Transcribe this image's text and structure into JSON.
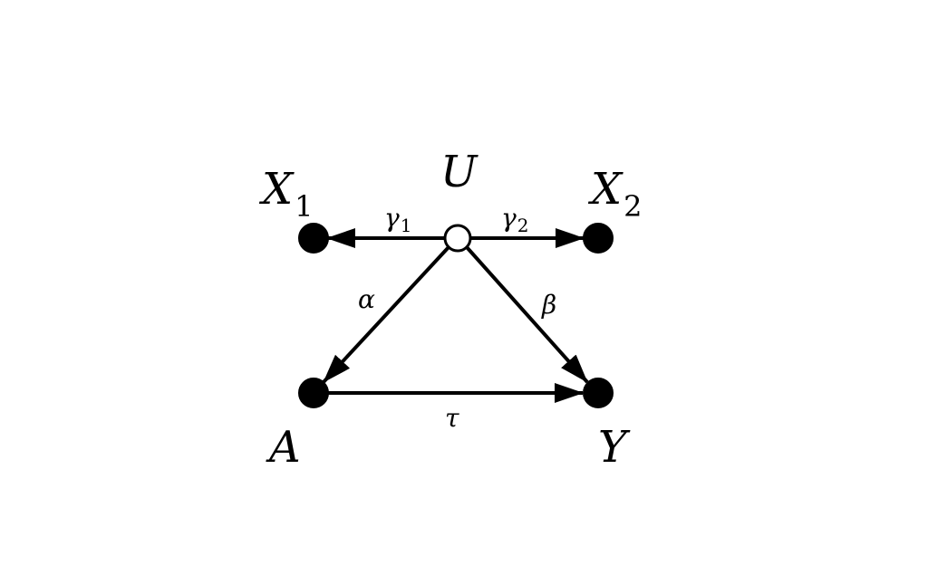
{
  "diagram": {
    "colors": {
      "stroke": "#000000",
      "observed_fill": "#000000",
      "latent_fill": "#ffffff"
    },
    "nodes": {
      "U": {
        "label": "U",
        "sub": "",
        "kind": "latent"
      },
      "X1": {
        "label": "X",
        "sub": "1",
        "kind": "observed"
      },
      "X2": {
        "label": "X",
        "sub": "2",
        "kind": "observed"
      },
      "A": {
        "label": "A",
        "sub": "",
        "kind": "observed"
      },
      "Y": {
        "label": "Y",
        "sub": "",
        "kind": "observed"
      }
    },
    "edges": {
      "U_X1": {
        "from": "U",
        "to": "X1",
        "label": "γ",
        "sub": "1"
      },
      "U_X2": {
        "from": "U",
        "to": "X2",
        "label": "γ",
        "sub": "2"
      },
      "U_A": {
        "from": "U",
        "to": "A",
        "label": "α",
        "sub": ""
      },
      "U_Y": {
        "from": "U",
        "to": "Y",
        "label": "β",
        "sub": ""
      },
      "A_Y": {
        "from": "A",
        "to": "Y",
        "label": "τ",
        "sub": ""
      }
    }
  }
}
